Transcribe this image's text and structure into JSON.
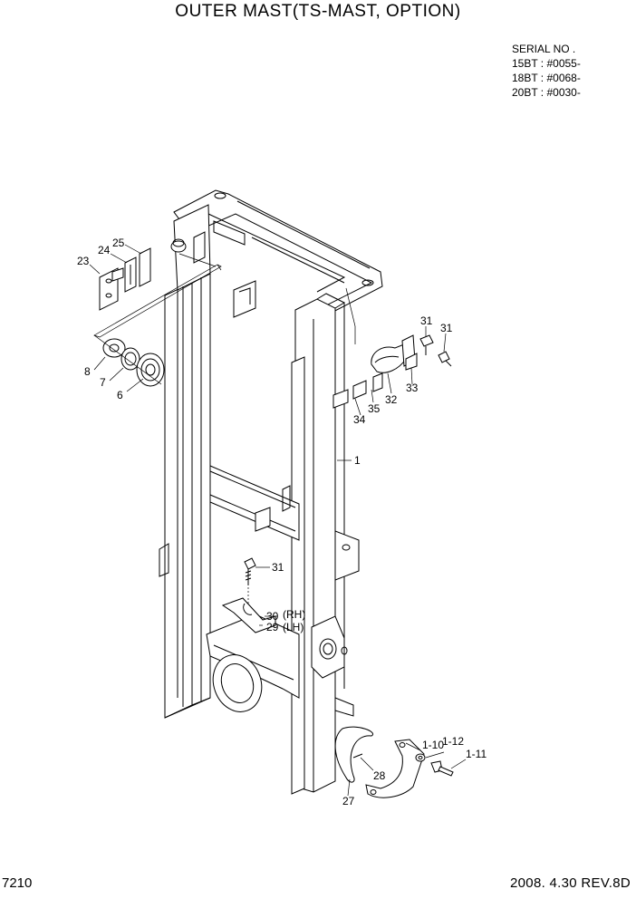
{
  "title": "OUTER MAST(TS-MAST, OPTION)",
  "serial": {
    "heading": "SERIAL NO .",
    "lines": [
      "15BT : #0055-",
      "18BT : #0068-",
      "20BT : #0030-"
    ]
  },
  "footer": {
    "page": "7210",
    "revision": "2008. 4.30  REV.8D"
  },
  "callouts": {
    "c1": "1",
    "c23": "23",
    "c24": "24",
    "c25": "25",
    "c8": "8",
    "c7": "7",
    "c6": "6",
    "c31a": "31",
    "c31b": "31",
    "c31c": "31",
    "c32": "32",
    "c33": "33",
    "c34": "34",
    "c35": "35",
    "c30": "30",
    "c30sub": "(RH)",
    "c29": "29",
    "c29sub": "(LH)",
    "c110": "1-10",
    "c112": "1-12",
    "c111": "1-11",
    "c28": "28",
    "c27": "27"
  }
}
